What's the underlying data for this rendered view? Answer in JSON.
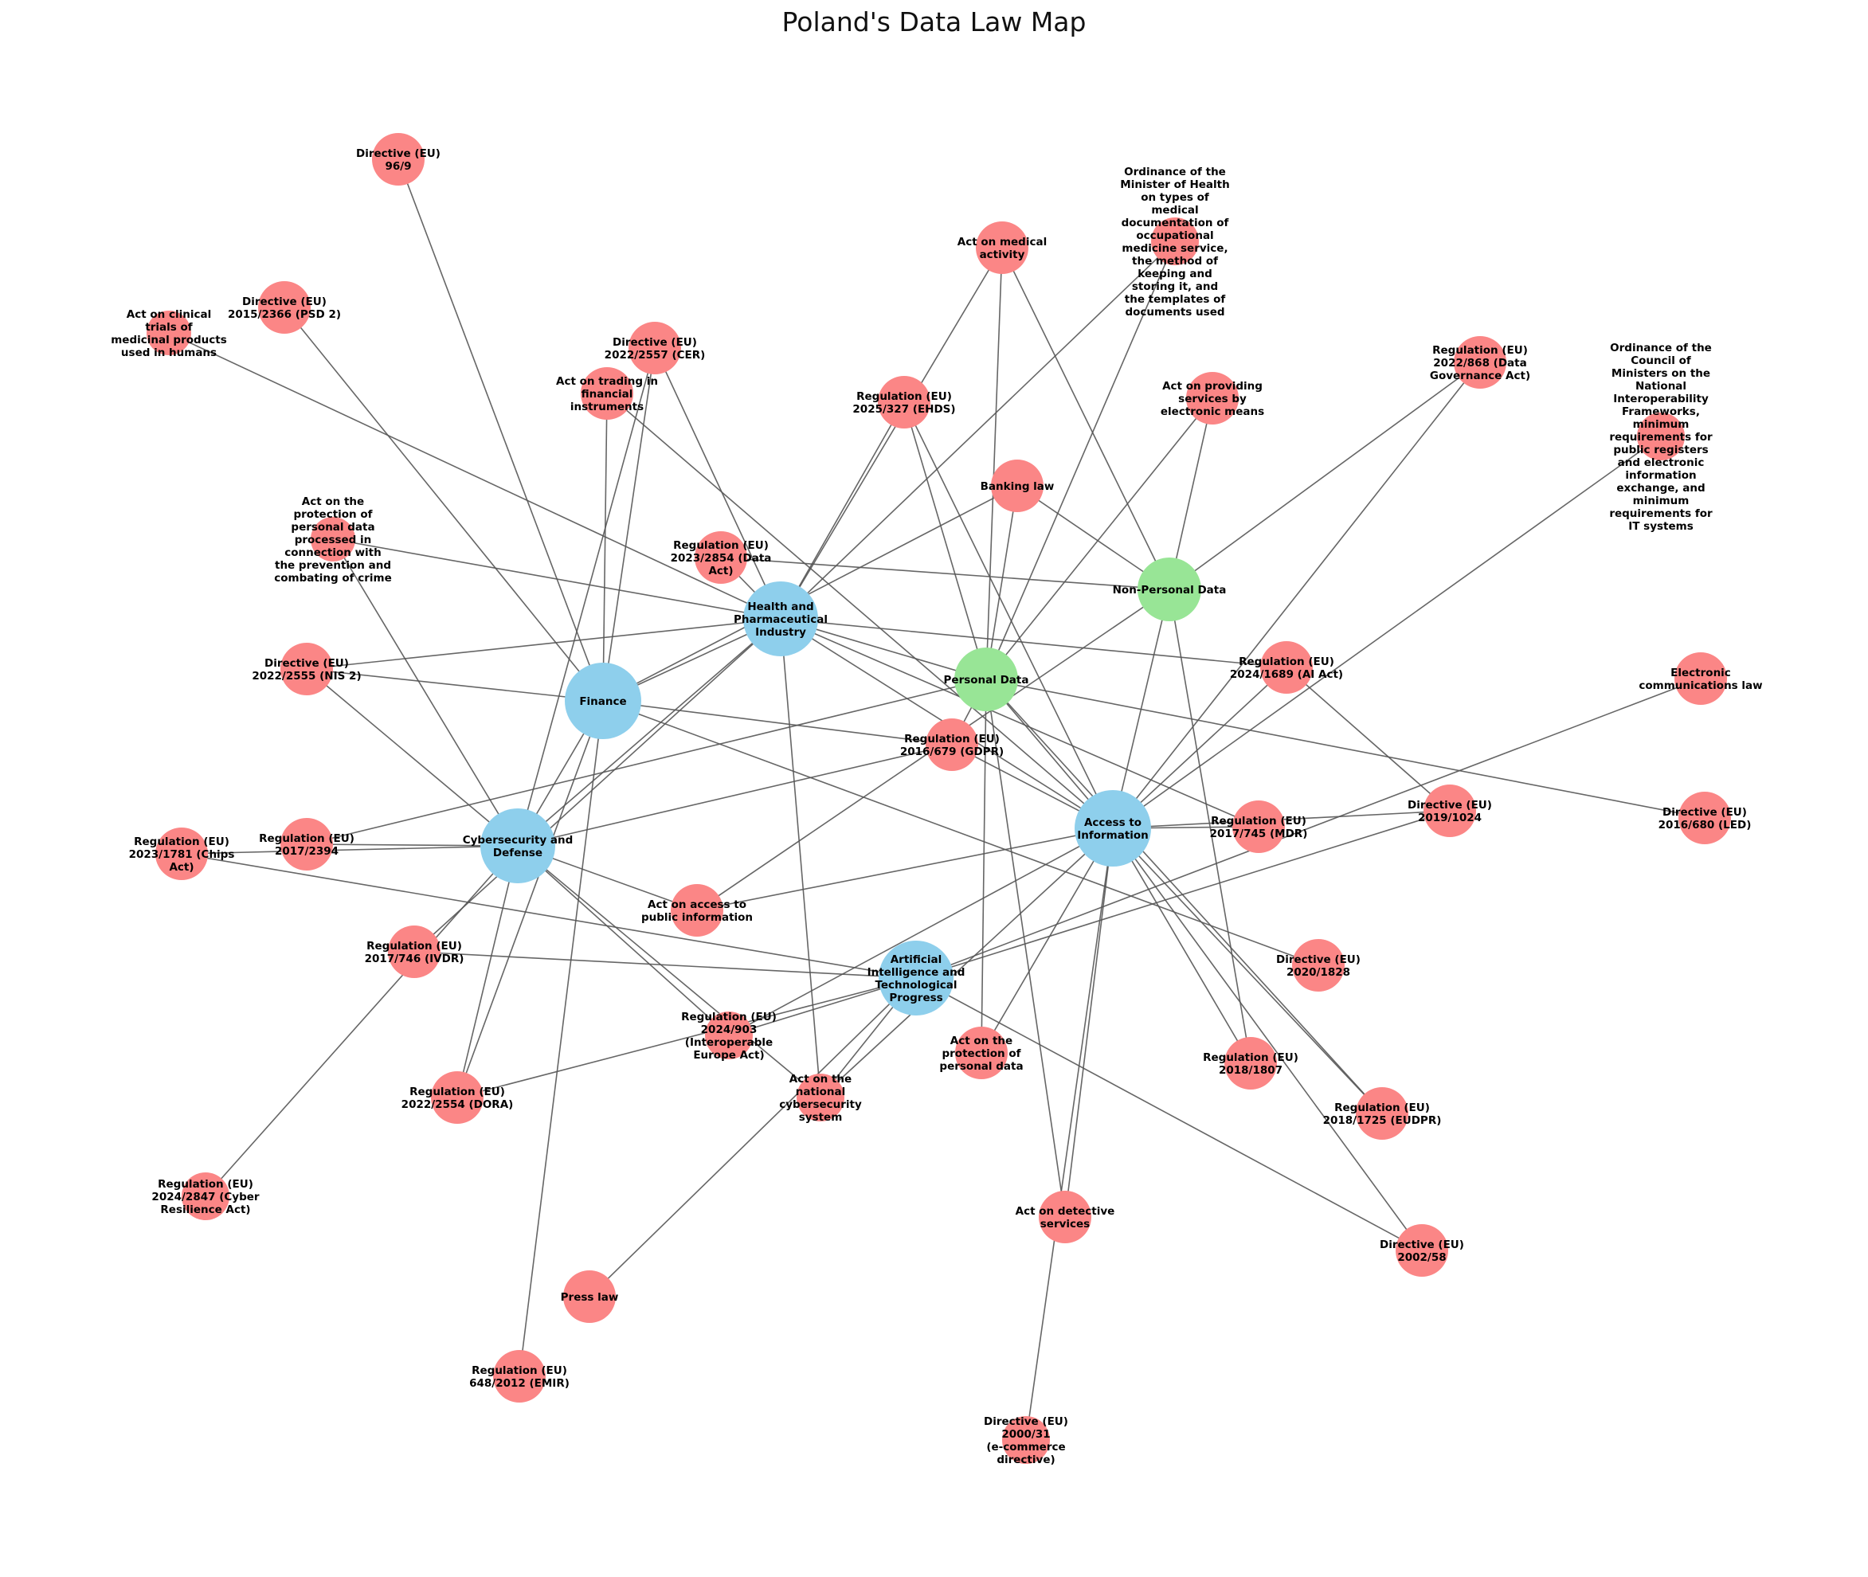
{
  "title": "Poland's Data Law Map",
  "colors": {
    "sector": "#8ecfec",
    "data_type": "#98e596",
    "law": "#fb8686",
    "edge": "#555555"
  },
  "nodes": [
    {
      "id": "finance",
      "label": "Finance",
      "kind": "sector"
    },
    {
      "id": "health",
      "label": "Health and\nPharmaceutical\nIndustry",
      "kind": "sector"
    },
    {
      "id": "cyber",
      "label": "Cybersecurity and\nDefense",
      "kind": "sector"
    },
    {
      "id": "access",
      "label": "Access to\nInformation",
      "kind": "sector"
    },
    {
      "id": "ai",
      "label": "Artificial\nIntelligence and\nTechnological\nProgress",
      "kind": "sector"
    },
    {
      "id": "personal",
      "label": "Personal Data",
      "kind": "data_type"
    },
    {
      "id": "nonpersonal",
      "label": "Non-Personal Data",
      "kind": "data_type"
    },
    {
      "id": "d969",
      "label": "Directive (EU)\n96/9",
      "kind": "law"
    },
    {
      "id": "psd2",
      "label": "Directive (EU)\n2015/2366 (PSD 2)",
      "kind": "law"
    },
    {
      "id": "clinical",
      "label": "Act on clinical\ntrials of\nmedicinal products\nused in humans",
      "kind": "law"
    },
    {
      "id": "cer",
      "label": "Directive (EU)\n2022/2557 (CER)",
      "kind": "law"
    },
    {
      "id": "trading",
      "label": "Act on trading in\nfinancial\ninstruments",
      "kind": "law"
    },
    {
      "id": "medact",
      "label": "Act on medical\nactivity",
      "kind": "law"
    },
    {
      "id": "ordhealth",
      "label": "Ordinance of the\nMinister of Health\non types of\nmedical\ndocumentation of\noccupational\nmedicine service,\nthe method of\nkeeping and\nstoring it, and\nthe templates of\ndocuments used",
      "kind": "law"
    },
    {
      "id": "ehds",
      "label": "Regulation (EU)\n2025/327 (EHDS)",
      "kind": "law"
    },
    {
      "id": "electronic",
      "label": "Act on providing\nservices by\nelectronic means",
      "kind": "law"
    },
    {
      "id": "dga",
      "label": "Regulation (EU)\n2022/868 (Data\nGovernance Act)",
      "kind": "law"
    },
    {
      "id": "ordcouncil",
      "label": "Ordinance of the\nCouncil of\nMinisters on the\nNational\nInteroperability\nFrameworks,\nminimum\nrequirements for\npublic registers\nand electronic\ninformation\nexchange, and\nminimum\nrequirements for\nIT systems",
      "kind": "law"
    },
    {
      "id": "banking",
      "label": "Banking law",
      "kind": "law"
    },
    {
      "id": "crime",
      "label": "Act on the\nprotection of\npersonal data\nprocessed in\nconnection with\nthe prevention and\ncombating of crime",
      "kind": "law"
    },
    {
      "id": "dataact",
      "label": "Regulation (EU)\n2023/2854 (Data\nAct)",
      "kind": "law"
    },
    {
      "id": "nis2",
      "label": "Directive (EU)\n2022/2555 (NIS 2)",
      "kind": "law"
    },
    {
      "id": "aiact",
      "label": "Regulation (EU)\n2024/1689 (AI Act)",
      "kind": "law"
    },
    {
      "id": "telecom",
      "label": "Electronic\ncommunications law",
      "kind": "law"
    },
    {
      "id": "gdpr",
      "label": "Regulation (EU)\n2016/679 (GDPR)",
      "kind": "law"
    },
    {
      "id": "r2394",
      "label": "Regulation (EU)\n2017/2394",
      "kind": "law"
    },
    {
      "id": "chips",
      "label": "Regulation (EU)\n2023/1781 (Chips\nAct)",
      "kind": "law"
    },
    {
      "id": "mdr",
      "label": "Regulation (EU)\n2017/745 (MDR)",
      "kind": "law"
    },
    {
      "id": "d1024",
      "label": "Directive (EU)\n2019/1024",
      "kind": "law"
    },
    {
      "id": "led",
      "label": "Directive (EU)\n2016/680 (LED)",
      "kind": "law"
    },
    {
      "id": "publicinfo",
      "label": "Act on access to\npublic information",
      "kind": "law"
    },
    {
      "id": "ivdr",
      "label": "Regulation (EU)\n2017/746 (IVDR)",
      "kind": "law"
    },
    {
      "id": "d1828",
      "label": "Directive (EU)\n2020/1828",
      "kind": "law"
    },
    {
      "id": "interop",
      "label": "Regulation (EU)\n2024/903\n(Interoperable\nEurope Act)",
      "kind": "law"
    },
    {
      "id": "protection",
      "label": "Act on the\nprotection of\npersonal data",
      "kind": "law"
    },
    {
      "id": "r1807",
      "label": "Regulation (EU)\n2018/1807",
      "kind": "law"
    },
    {
      "id": "eudpr",
      "label": "Regulation (EU)\n2018/1725 (EUDPR)",
      "kind": "law"
    },
    {
      "id": "dora",
      "label": "Regulation (EU)\n2022/2554 (DORA)",
      "kind": "law"
    },
    {
      "id": "ncs",
      "label": "Act on the\nnational\ncybersecurity\nsystem",
      "kind": "law"
    },
    {
      "id": "cra",
      "label": "Regulation (EU)\n2024/2847 (Cyber\nResilience Act)",
      "kind": "law"
    },
    {
      "id": "detective",
      "label": "Act on detective\nservices",
      "kind": "law"
    },
    {
      "id": "d58",
      "label": "Directive (EU)\n2002/58",
      "kind": "law"
    },
    {
      "id": "press",
      "label": "Press law",
      "kind": "law"
    },
    {
      "id": "emir",
      "label": "Regulation (EU)\n648/2012 (EMIR)",
      "kind": "law"
    },
    {
      "id": "ecommerce",
      "label": "Directive (EU)\n2000/31\n(e-commerce\ndirective)",
      "kind": "law"
    }
  ],
  "edges": [
    [
      "d969",
      "finance"
    ],
    [
      "psd2",
      "finance"
    ],
    [
      "cer",
      "finance"
    ],
    [
      "cer",
      "cyber"
    ],
    [
      "cer",
      "health"
    ],
    [
      "trading",
      "finance"
    ],
    [
      "trading",
      "access"
    ],
    [
      "banking",
      "finance"
    ],
    [
      "banking",
      "nonpersonal"
    ],
    [
      "banking",
      "personal"
    ],
    [
      "nis2",
      "finance"
    ],
    [
      "nis2",
      "cyber"
    ],
    [
      "nis2",
      "health"
    ],
    [
      "gdpr",
      "finance"
    ],
    [
      "dora",
      "finance"
    ],
    [
      "dora",
      "cyber"
    ],
    [
      "emir",
      "finance"
    ],
    [
      "d1828",
      "finance"
    ],
    [
      "clinical",
      "health"
    ],
    [
      "medact",
      "health"
    ],
    [
      "medact",
      "personal"
    ],
    [
      "medact",
      "nonpersonal"
    ],
    [
      "ordhealth",
      "health"
    ],
    [
      "ordhealth",
      "personal"
    ],
    [
      "ehds",
      "health"
    ],
    [
      "ehds",
      "personal"
    ],
    [
      "ehds",
      "access"
    ],
    [
      "crime",
      "health"
    ],
    [
      "crime",
      "cyber"
    ],
    [
      "dataact",
      "nonpersonal"
    ],
    [
      "dataact",
      "health"
    ],
    [
      "aiact",
      "health"
    ],
    [
      "aiact",
      "access"
    ],
    [
      "aiact",
      "d1024"
    ],
    [
      "health",
      "finance"
    ],
    [
      "health",
      "cyber"
    ],
    [
      "health",
      "personal"
    ],
    [
      "health",
      "access"
    ],
    [
      "ivdr",
      "health"
    ],
    [
      "ivdr",
      "ai"
    ],
    [
      "mdr",
      "health"
    ],
    [
      "mdr",
      "access"
    ],
    [
      "electronic",
      "personal"
    ],
    [
      "electronic",
      "nonpersonal"
    ],
    [
      "dga",
      "nonpersonal"
    ],
    [
      "dga",
      "access"
    ],
    [
      "ordcouncil",
      "access"
    ],
    [
      "telecom",
      "ai"
    ],
    [
      "gdpr",
      "personal"
    ],
    [
      "gdpr",
      "access"
    ],
    [
      "gdpr",
      "cyber"
    ],
    [
      "r2394",
      "personal"
    ],
    [
      "r2394",
      "cyber"
    ],
    [
      "chips",
      "cyber"
    ],
    [
      "chips",
      "ai"
    ],
    [
      "d1024",
      "access"
    ],
    [
      "d1024",
      "ai"
    ],
    [
      "led",
      "personal"
    ],
    [
      "publicinfo",
      "access"
    ],
    [
      "publicinfo",
      "cyber"
    ],
    [
      "publicinfo",
      "nonpersonal"
    ],
    [
      "interop",
      "access"
    ],
    [
      "interop",
      "cyber"
    ],
    [
      "interop",
      "ai"
    ],
    [
      "protection",
      "personal"
    ],
    [
      "protection",
      "access"
    ],
    [
      "r1807",
      "access"
    ],
    [
      "r1807",
      "nonpersonal"
    ],
    [
      "eudpr",
      "access"
    ],
    [
      "eudpr",
      "personal"
    ],
    [
      "dora",
      "ai"
    ],
    [
      "ncs",
      "cyber"
    ],
    [
      "ncs",
      "health"
    ],
    [
      "ncs",
      "access"
    ],
    [
      "ncs",
      "ai"
    ],
    [
      "cra",
      "cyber"
    ],
    [
      "detective",
      "access"
    ],
    [
      "detective",
      "personal"
    ],
    [
      "d58",
      "ai"
    ],
    [
      "d58",
      "access"
    ],
    [
      "press",
      "ai"
    ],
    [
      "ecommerce",
      "access"
    ],
    [
      "personal",
      "access"
    ],
    [
      "nonpersonal",
      "access"
    ],
    [
      "cyber",
      "finance"
    ]
  ]
}
